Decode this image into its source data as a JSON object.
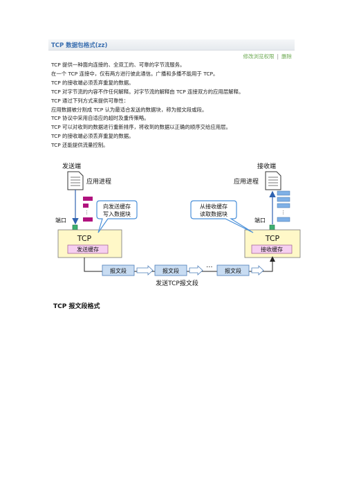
{
  "post": {
    "title": "TCP 数据包格式(zz)",
    "actions": {
      "edit": "修改浏览权限",
      "separator": "|",
      "delete": "删除"
    }
  },
  "lines": [
    "TCP 提供一种面向连接的、全双工的、可靠的字节流服务。",
    "在一个 TCP 连接中，仅有两方进行彼此通信。广播和多播不能用于 TCP。",
    "TCP 的接收端必须丢弃重复的数据。",
    "TCP 对字节流的内容不作任何解释。对字节流的解释由 TCP 连接双方的应用层解释。",
    "TCP 通过下列方式来提供可靠性：",
    "应用数据被分割成 TCP 认为最适合发送的数据块，称为报文段或段。",
    "TCP 协议中采用自适应的超时及重传策略。",
    "TCP 可以对收到的数据进行重新排序，将收到的数据以正确的顺序交给应用层。",
    "TCP 的接收端必须丢弃重复的数据。",
    "TCP 还能提供流量控制。"
  ],
  "diagram": {
    "sender_label": "发送端",
    "receiver_label": "接收端",
    "app_process_left": "应用进程",
    "app_process_right": "应用进程",
    "port_left": "端口",
    "port_right": "端口",
    "tcp_left": "TCP",
    "tcp_right": "TCP",
    "send_buffer": "发送缓存",
    "recv_buffer": "接收缓存",
    "callout_left_line1": "向发送缓存",
    "callout_left_line2": "写入数据块",
    "callout_right_line1": "从接收缓存",
    "callout_right_line2": "读取数据块",
    "segment_1": "报文段",
    "segment_2": "报文段",
    "segment_3": "报文段",
    "ellipsis": "···",
    "bottom_caption": "发送TCP报文段",
    "colors": {
      "tcp_box": "#fff8c8",
      "buffer_box": "#f6cff0",
      "magenta_block": "#b0127e",
      "blue_block": "#7fb0e6",
      "segment_fill": "#c8dcf2",
      "callout_border": "#4a90d9",
      "port_green": "#3db070"
    }
  },
  "section_heading": "TCP 报文段格式"
}
